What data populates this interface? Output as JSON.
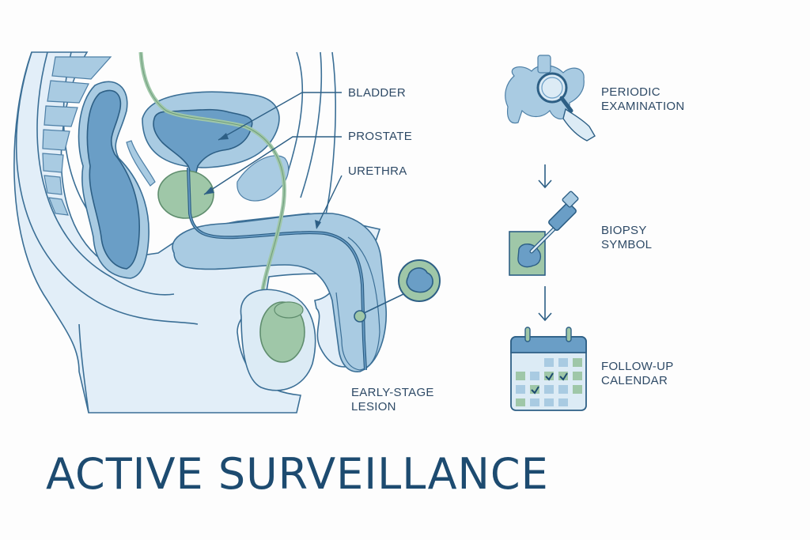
{
  "title": "ACTIVE SURVEILLANCE",
  "anatomy_labels": {
    "bladder": "BLADDER",
    "prostate": "PROSTATE",
    "urethra": "URETHRA",
    "lesion_line1": "EARLY-STAGE",
    "lesion_line2": "LESION"
  },
  "steps": [
    {
      "line1": "PERIODIC",
      "line2": "EXAMINATION",
      "icon": "magnifier-pelvis-icon"
    },
    {
      "line1": "BIOPSY",
      "line2": "SYMBOL",
      "icon": "biopsy-needle-icon"
    },
    {
      "line1": "FOLLOW-UP",
      "line2": "CALENDAR",
      "icon": "calendar-icon"
    }
  ],
  "colors": {
    "outline": "#2d5f85",
    "tissue_light": "#dcebf5",
    "tissue_mid": "#a9cbe2",
    "organ_dark": "#6a9ec6",
    "green": "#9fc7a8",
    "title": "#1d4b70"
  }
}
